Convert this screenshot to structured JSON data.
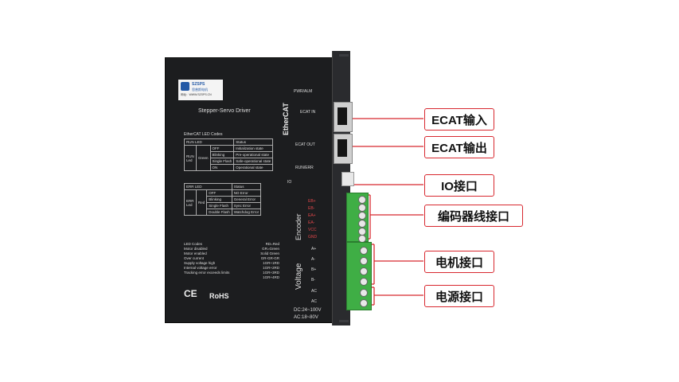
{
  "product": {
    "brand": "SZSPS",
    "brand_cn": "思普斯电机",
    "url_label": "网址：WWW.SZSPS.CN",
    "title": "Stepper-Servo  Driver",
    "ethercat_logo": "EtherCAT",
    "pwr_alm": "PWR/ALM",
    "ecat_in": "ECAT IN",
    "ecat_out": "ECAT OUT",
    "run_err": "RUN/ERR",
    "io": "IO",
    "encoder": "Encoder",
    "voltage": "Voltage",
    "dc_range": "DC:24~100V",
    "ac_range": "AC:18~80V",
    "ce": "CE",
    "rohs": "RoHS"
  },
  "led_table": {
    "title": "EtherCAT LED Codes",
    "run_header": "RUN LED",
    "status_header": "Status",
    "run_led": "RUN Led",
    "run_color": "Green",
    "run_rows": [
      {
        "state": "OFF",
        "status": "Initialization state"
      },
      {
        "state": "Blinking",
        "status": "Pre-operational state"
      },
      {
        "state": "Single Flash",
        "status": "Safe-operational state"
      },
      {
        "state": "ON",
        "status": "Operational state"
      }
    ],
    "err_header": "ERR LED",
    "err_led": "ERR Led",
    "err_color": "Red",
    "err_rows": [
      {
        "state": "OFF",
        "status": "NO Error"
      },
      {
        "state": "Blinking",
        "status": "General Error"
      },
      {
        "state": "Single Flash",
        "status": "Sync Error"
      },
      {
        "state": "Double Flash",
        "status": "Watchdog Error"
      }
    ]
  },
  "led_codes": {
    "title": "LED Codes",
    "title_right": "RD=Red GR=Green",
    "rows": [
      {
        "label": "Motor disabled",
        "code": ""
      },
      {
        "label": "Motor enabled",
        "code": "Solid Green"
      },
      {
        "label": "Over current",
        "code": "GR-GR-GR"
      },
      {
        "label": "Supply voltage high",
        "code": "1GR+1RD"
      },
      {
        "label": "Internal voltage error",
        "code": "1GR+2RD"
      },
      {
        "label": "Tracking error exceeds limits",
        "code": "1GR+3RD"
      },
      {
        "label": "",
        "code": "1GR+4RD"
      }
    ]
  },
  "encoder_pins": [
    "EB+",
    "EB-",
    "EA+",
    "EA-",
    "VCC",
    "GND"
  ],
  "motor_pins": [
    "A+",
    "A-",
    "B+",
    "B-"
  ],
  "power_pins": [
    "AC",
    "AC"
  ],
  "callouts": {
    "ecat_in": "ECAT输入",
    "ecat_out": "ECAT输出",
    "io": "IO接口",
    "encoder": "编码器线接口",
    "motor": "电机接口",
    "power": "电源接口"
  },
  "colors": {
    "callout_border": "#d8282f",
    "terminal_green": "#3fae45",
    "pin_label_red": "#e0464a"
  }
}
